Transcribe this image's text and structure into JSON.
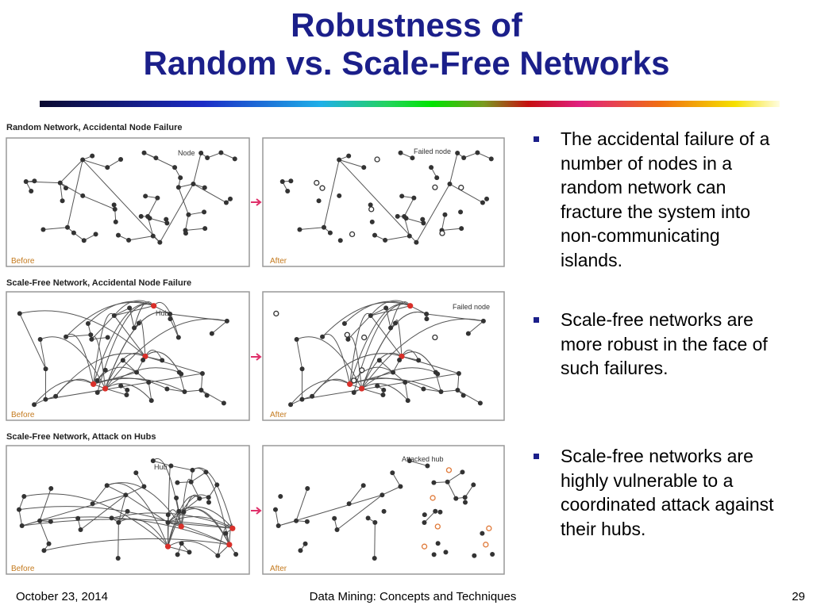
{
  "slide": {
    "title_line1": "Robustness of",
    "title_line2": "Random vs. Scale-Free Networks"
  },
  "figure": {
    "panels": [
      {
        "label": "Random Network, Accidental Node Failure",
        "callout_before": "Node",
        "callout_after": "Failed node"
      },
      {
        "label": "Scale-Free Network, Accidental Node Failure",
        "callout_before": "Hub",
        "callout_after": "Failed node"
      },
      {
        "label": "Scale-Free Network, Attack on Hubs",
        "callout_before": "Hub",
        "callout_after": "Attacked hub"
      }
    ],
    "before_label": "Before",
    "after_label": "After",
    "colors": {
      "node": "#333333",
      "hub": "#d9302a",
      "failed": "#ffffff",
      "attacked": "#e07a3a",
      "edge": "#555555",
      "arrow": "#e0306a"
    }
  },
  "bullets": [
    "The accidental failure of a number of nodes in a random network can fracture the system into non-communicating islands.",
    "Scale-free networks are more robust in the face of such failures.",
    "Scale-free networks are highly vulnerable to a coordinated attack against their hubs."
  ],
  "footer": {
    "date": "October 23, 2014",
    "center": "Data Mining: Concepts and Techniques",
    "page": "29"
  }
}
